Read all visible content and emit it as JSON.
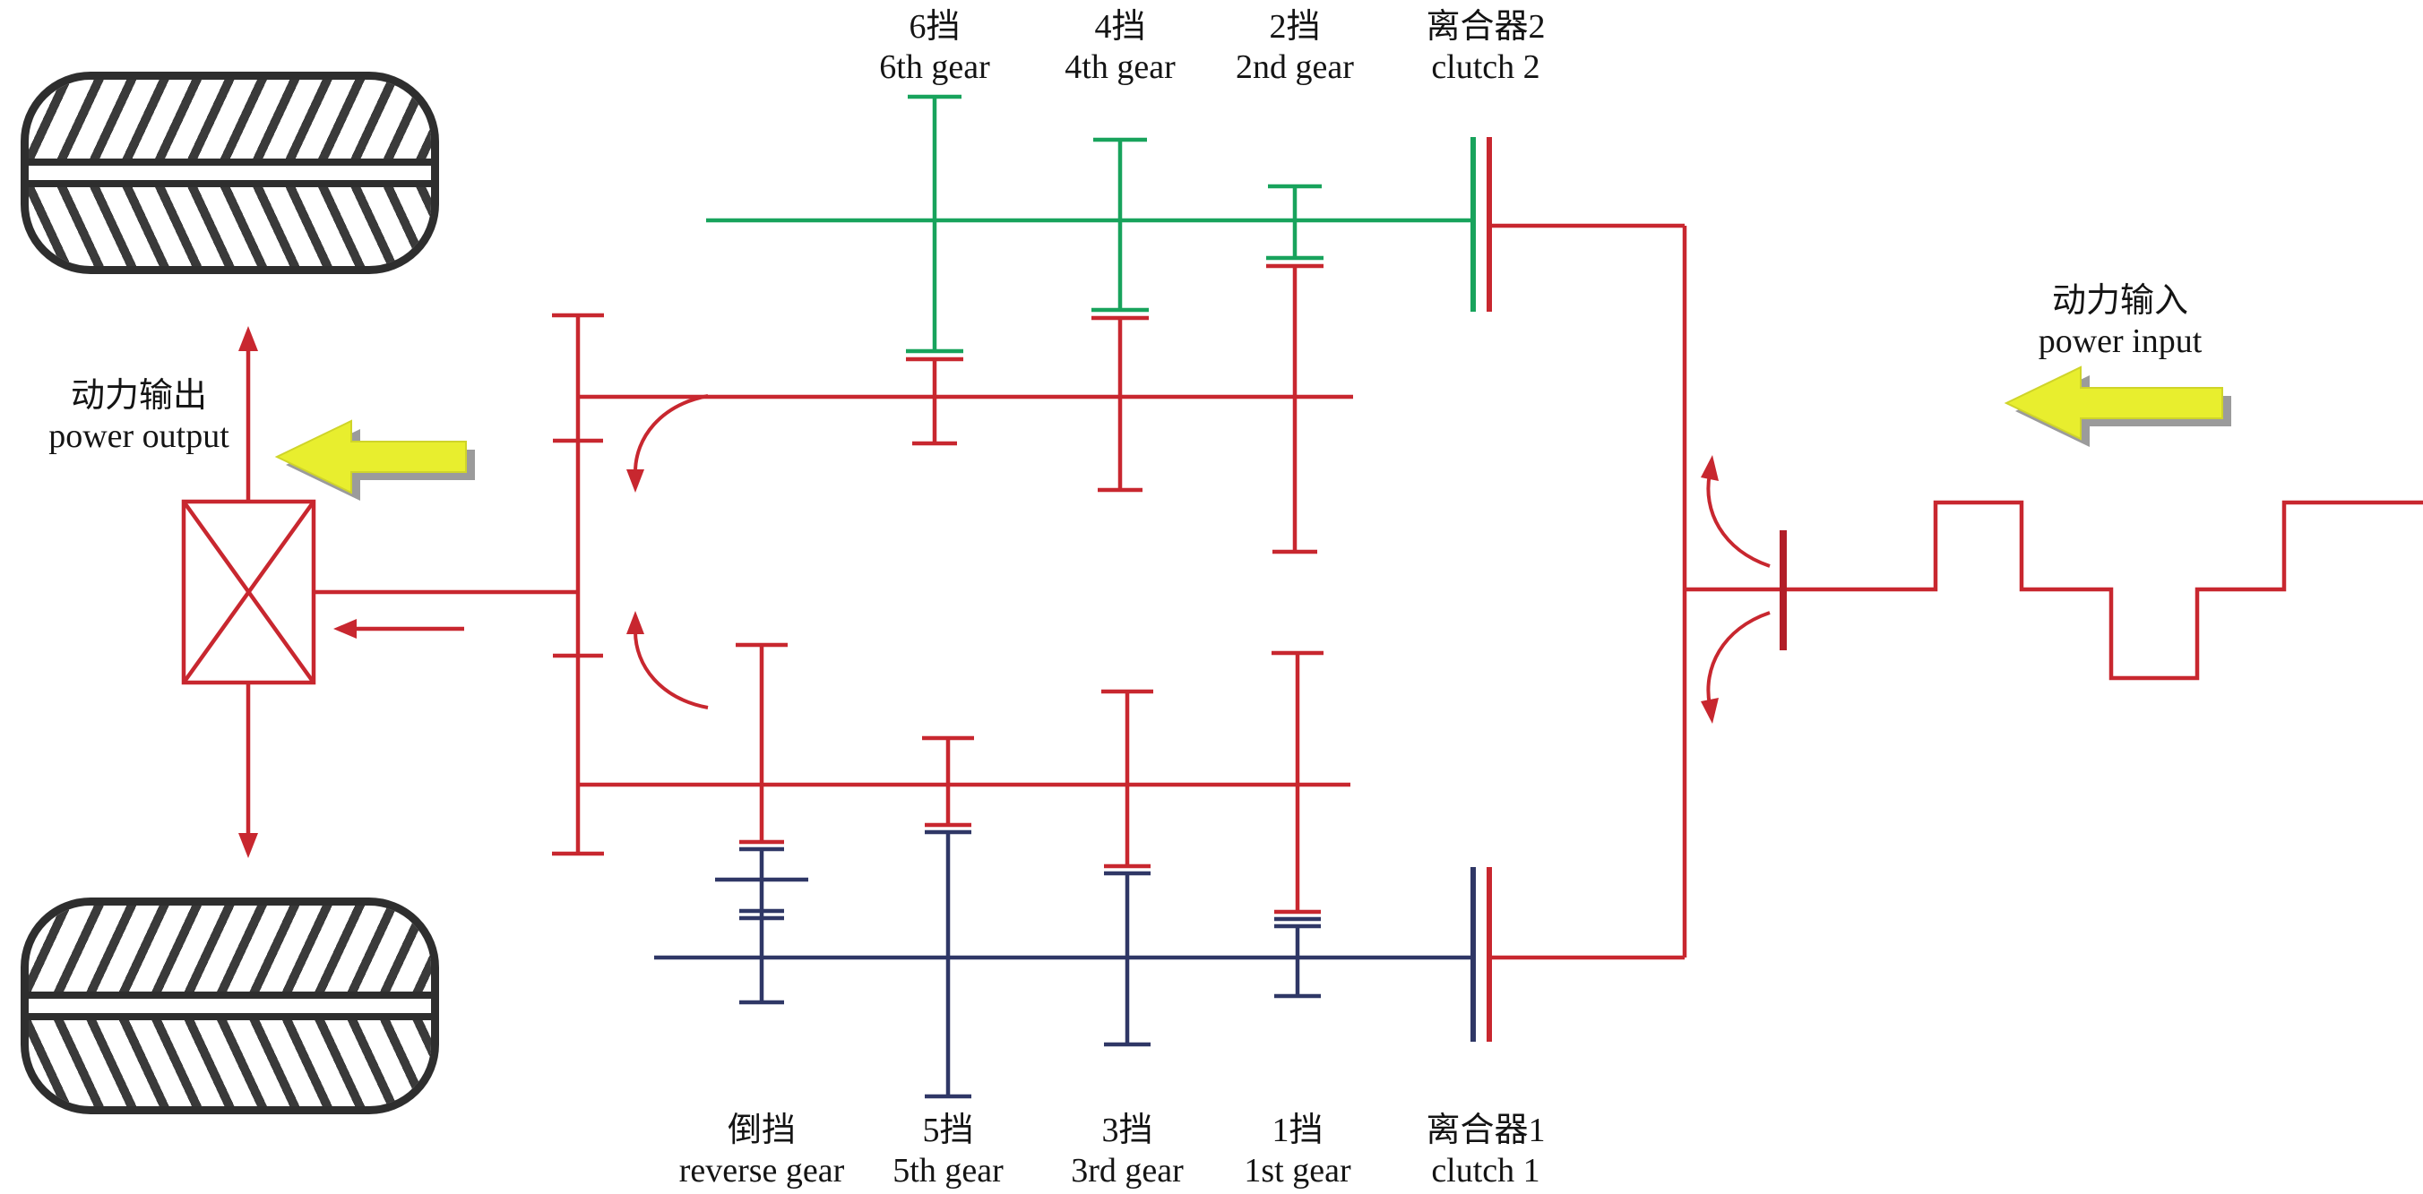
{
  "diagram": {
    "type": "dual-clutch-transmission-schematic",
    "labels": {
      "power_output": {
        "zh": "动力输出",
        "en": "power output"
      },
      "power_input": {
        "zh": "动力输入",
        "en": "power input"
      },
      "top_row": [
        {
          "zh": "6挡",
          "en": "6th gear"
        },
        {
          "zh": "4挡",
          "en": "4th gear"
        },
        {
          "zh": "2挡",
          "en": "2nd gear"
        },
        {
          "zh": "离合器2",
          "en": "clutch 2"
        }
      ],
      "bottom_row": [
        {
          "zh": "倒挡",
          "en": "reverse gear"
        },
        {
          "zh": "5挡",
          "en": "5th gear"
        },
        {
          "zh": "3挡",
          "en": "3rd gear"
        },
        {
          "zh": "1挡",
          "en": "1st gear"
        },
        {
          "zh": "离合器1",
          "en": "clutch 1"
        }
      ]
    },
    "colors": {
      "shaft_red": "#c8272f",
      "shaft_green": "#18a35c",
      "shaft_navy": "#2f3766",
      "arrow_yellow": "#e8ee2e",
      "arrow_shadow": "#9b9b9b",
      "tire_dark": "#2e2e2e"
    }
  }
}
